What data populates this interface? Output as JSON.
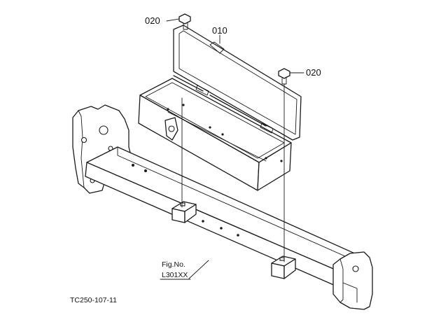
{
  "callouts": {
    "part_020_top": "020",
    "part_010": "010",
    "part_020_right": "020"
  },
  "reference": {
    "line1": "Fig.No.",
    "line2": "L301XX"
  },
  "drawing_code": "TC250-107-11"
}
